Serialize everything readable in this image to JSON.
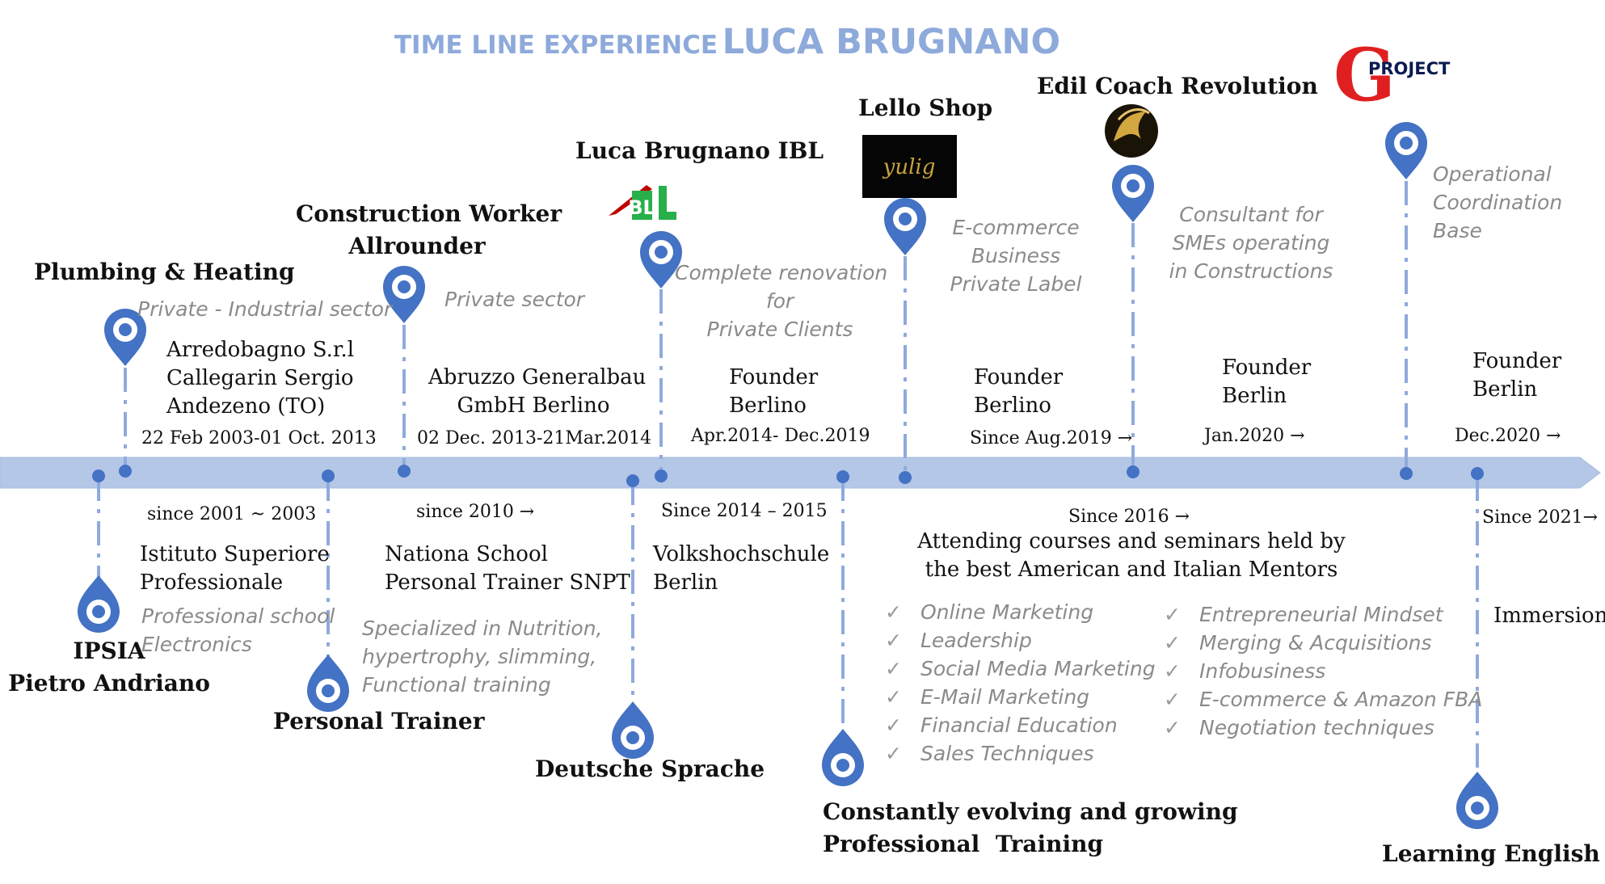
{
  "title": {
    "prefix": "TIME LINE EXPERIENCE",
    "name": "LUCA BRUGNANO"
  },
  "colors": {
    "axis": "#b4c7e7",
    "pin": "#4472c4",
    "dash": "#8faadc",
    "title": "#8eaadb",
    "gray_text": "#8a8a8a"
  },
  "above": [
    {
      "heading": [
        "Plumbing & Heating"
      ],
      "subtitle": [
        "Private - Industrial sector"
      ],
      "org": [
        "Arredobagno S.r.l",
        "Callegarin Sergio",
        "Andezeno (TO)"
      ],
      "date": "22 Feb 2003-01 Oct. 2013"
    },
    {
      "heading": [
        "Construction Worker",
        "Allrounder"
      ],
      "subtitle": [
        "Private sector"
      ],
      "org": [
        "Abruzzo Generalbau",
        "GmbH Berlino"
      ],
      "date": "02 Dec. 2013-21Mar.2014"
    },
    {
      "heading": [
        "Luca Brugnano IBL"
      ],
      "logo": "BL",
      "subtitle": [
        "Complete renovation",
        "for",
        "Private Clients"
      ],
      "org": [
        "Founder",
        "Berlino"
      ],
      "date": "Apr.2014- Dec.2019"
    },
    {
      "heading": [
        "Lello Shop"
      ],
      "logo": "yulig",
      "subtitle": [
        "E-commerce",
        "Business",
        "Private Label"
      ],
      "org": [
        "Founder",
        "Berlino"
      ],
      "date": "Since Aug.2019 →"
    },
    {
      "heading": [
        "Edil Coach Revolution"
      ],
      "subtitle": [
        "Consultant for",
        "SMEs operating",
        "in Constructions"
      ],
      "org": [
        "Founder",
        "Berlin"
      ],
      "date": "Jan.2020 →"
    },
    {
      "heading": [],
      "logo": "PROJECT",
      "subtitle": [
        "Operational",
        "Coordination",
        "Base"
      ],
      "org": [
        "Founder",
        "Berlin"
      ],
      "date": "Dec.2020 →"
    }
  ],
  "below": [
    {
      "heading": [
        "IPSIA",
        "Pietro Andriano"
      ],
      "date": "since 2001 ~ 2003",
      "org": [
        "Istituto Superiore",
        "Professionale"
      ],
      "subtitle": [
        "Professional school",
        "Electronics"
      ]
    },
    {
      "heading": [
        "Personal Trainer"
      ],
      "date": "since 2010 →",
      "org": [
        "Nationa School",
        "Personal Trainer SNPT"
      ],
      "subtitle": [
        "Specialized in Nutrition,",
        "hypertrophy, slimming,",
        "Functional training"
      ]
    },
    {
      "heading": [
        "Deutsche Sprache"
      ],
      "date": "Since 2014 – 2015",
      "org": [
        "Volkshochschule",
        "Berlin"
      ]
    },
    {
      "heading": [
        "Constantly evolving and growing",
        "Professional  Training"
      ],
      "date": "Since 2016 →",
      "org": [
        "Attending courses and seminars held by",
        "the best American and Italian Mentors"
      ],
      "topics_left": [
        "Online Marketing",
        "Leadership",
        "Social Media Marketing",
        "E-Mail Marketing",
        "Financial Education",
        "Sales Techniques"
      ],
      "topics_right": [
        "Entrepreneurial Mindset",
        "Merging & Acquisitions",
        "Infobusiness",
        "E-commerce & Amazon FBA",
        "Negotiation techniques"
      ],
      "check": "✓"
    },
    {
      "heading": [
        "Learning English"
      ],
      "date": "Since 2021→",
      "org": [
        "Immersion"
      ]
    }
  ]
}
